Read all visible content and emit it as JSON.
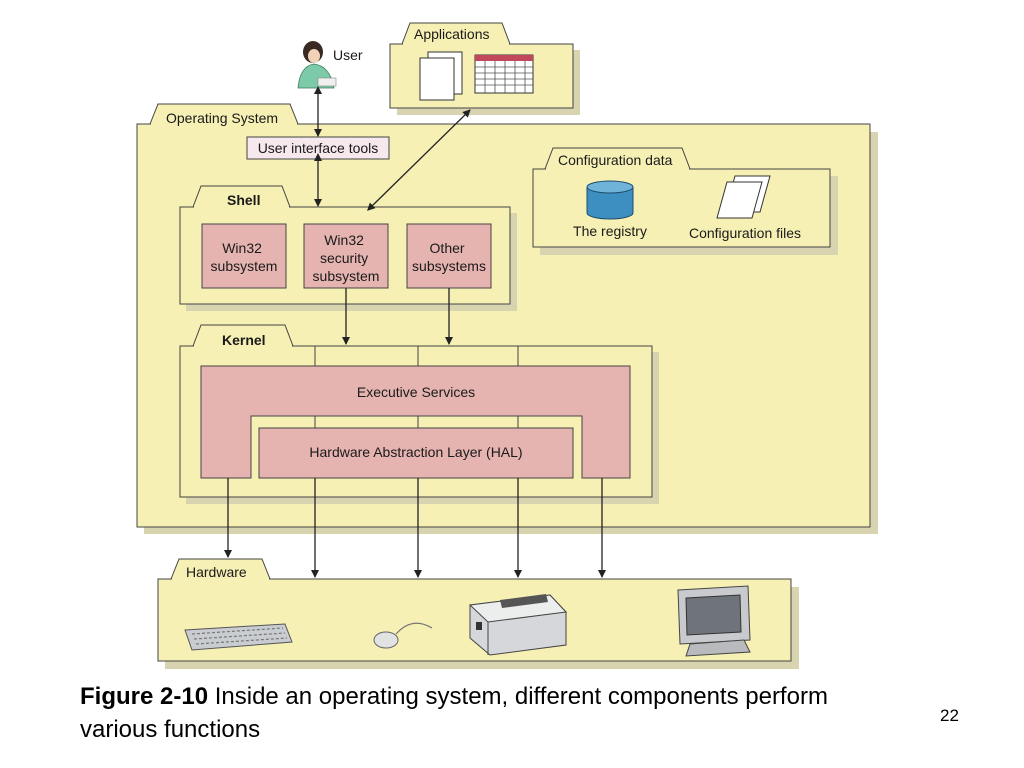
{
  "diagram": {
    "applications_label": "Applications",
    "user_label": "User",
    "os_label": "Operating System",
    "ui_tools_label": "User interface tools",
    "config_label": "Configuration data",
    "registry_label": "The registry",
    "config_files_label": "Configuration files",
    "shell_label": "Shell",
    "subsystems": [
      {
        "lines": [
          "Win32",
          "subsystem"
        ]
      },
      {
        "lines": [
          "Win32",
          "security",
          "subsystem"
        ]
      },
      {
        "lines": [
          "Other",
          "subsystems"
        ]
      }
    ],
    "kernel_label": "Kernel",
    "executive_label": "Executive Services",
    "hal_label": "Hardware Abstraction Layer (HAL)",
    "hardware_label": "Hardware",
    "hardware_devices": [
      "keyboard-icon",
      "mouse-icon",
      "printer-icon",
      "monitor-icon"
    ]
  },
  "caption": {
    "figure_label": "Figure 2-10",
    "text": " Inside an operating system, different components perform various functions"
  },
  "page_number": "22",
  "colors": {
    "panel_fill": "#f6f0b4",
    "panel_shadow": "#d8d4b0",
    "component_fill": "#e6b4b0",
    "registry_fill": "#3c8fc0"
  }
}
